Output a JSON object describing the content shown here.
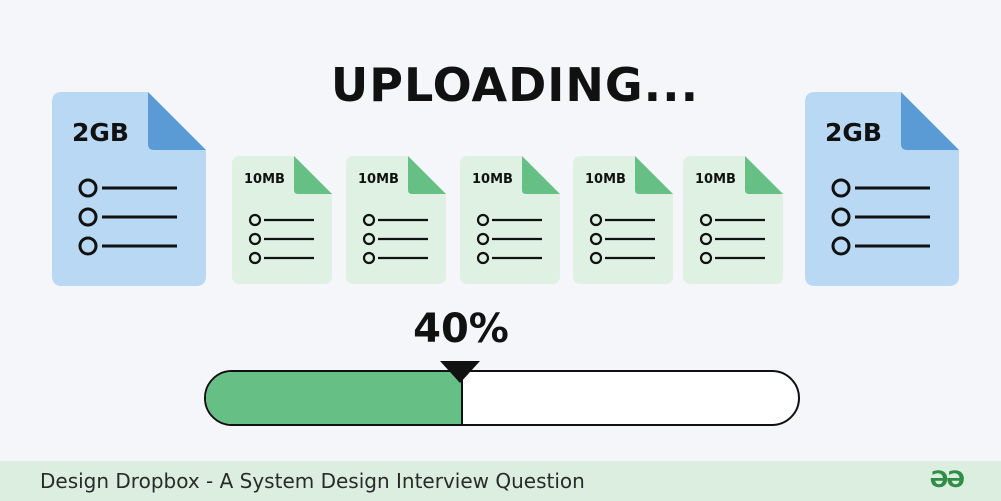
{
  "title": "UPLOADING...",
  "progress": {
    "percent_label": "40%",
    "fill_fraction": 0.43
  },
  "colors": {
    "big_file_fill": "#b9d8f3",
    "big_file_fold": "#5b9bd5",
    "chunk_fill": "#dff1e2",
    "chunk_fold": "#66c085",
    "progress_fill": "#66c085",
    "footer_bg": "#dbeee0",
    "logo": "#2f8d46"
  },
  "source_file": {
    "size_label": "2GB",
    "icon": "document-icon"
  },
  "target_file": {
    "size_label": "2GB",
    "icon": "document-icon"
  },
  "chunks": [
    {
      "size_label": "10MB"
    },
    {
      "size_label": "10MB"
    },
    {
      "size_label": "10MB"
    },
    {
      "size_label": "10MB"
    },
    {
      "size_label": "10MB"
    }
  ],
  "footer": {
    "caption": "Design Dropbox - A System Design Interview Question",
    "logo_text": "ƏƏ"
  }
}
